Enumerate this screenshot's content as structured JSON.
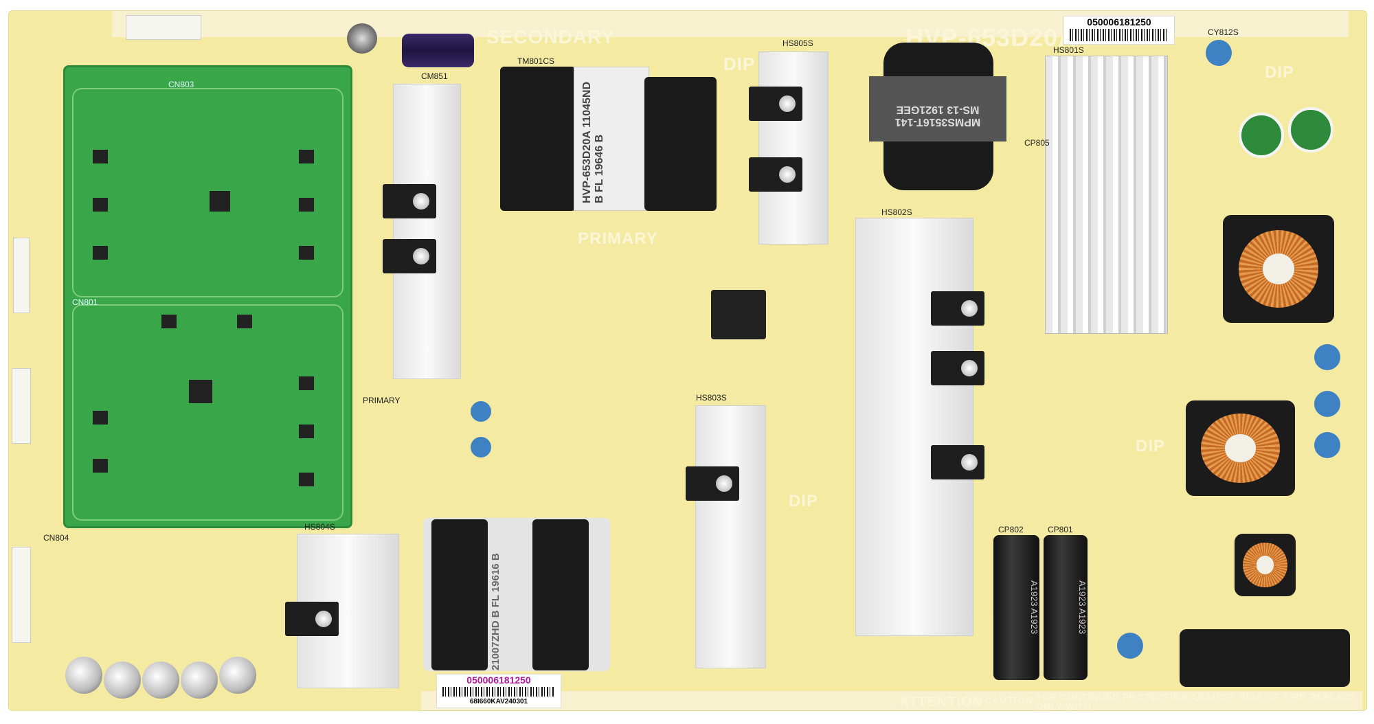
{
  "board": {
    "model": "HVP-653D20A",
    "sections": {
      "secondary": "SECONDARY",
      "primary": "PRIMARY"
    },
    "dip_label": "DIP",
    "barcode_top": "050006181250",
    "barcode_bottom": "050006181250",
    "barcode_bottom_sub": "68I660KAV240301",
    "transformer_main": [
      "HVP-653D20A",
      "11045ND B",
      "FL 19646 B"
    ],
    "transformer_standby": [
      "MPMS3516T-141",
      "MS-13 1921GEE"
    ],
    "transformer_bottom": [
      "21007ZHD B",
      "FL 19616 B"
    ],
    "ref_labels": [
      "CM851",
      "TM801CS",
      "HS805S",
      "HS801S",
      "HS802S",
      "HS803S",
      "HS804S",
      "CN803",
      "CN801",
      "PRIMARY",
      "CY812S",
      "CP805",
      "CP802",
      "CP801",
      "CN804"
    ],
    "attention": "ATTENTION",
    "caution": "CAUTION",
    "warning_text": "FOR CONTINUED PROTECTION AGAINST RISK OF FIRE REPLACE ONLY WITH"
  }
}
